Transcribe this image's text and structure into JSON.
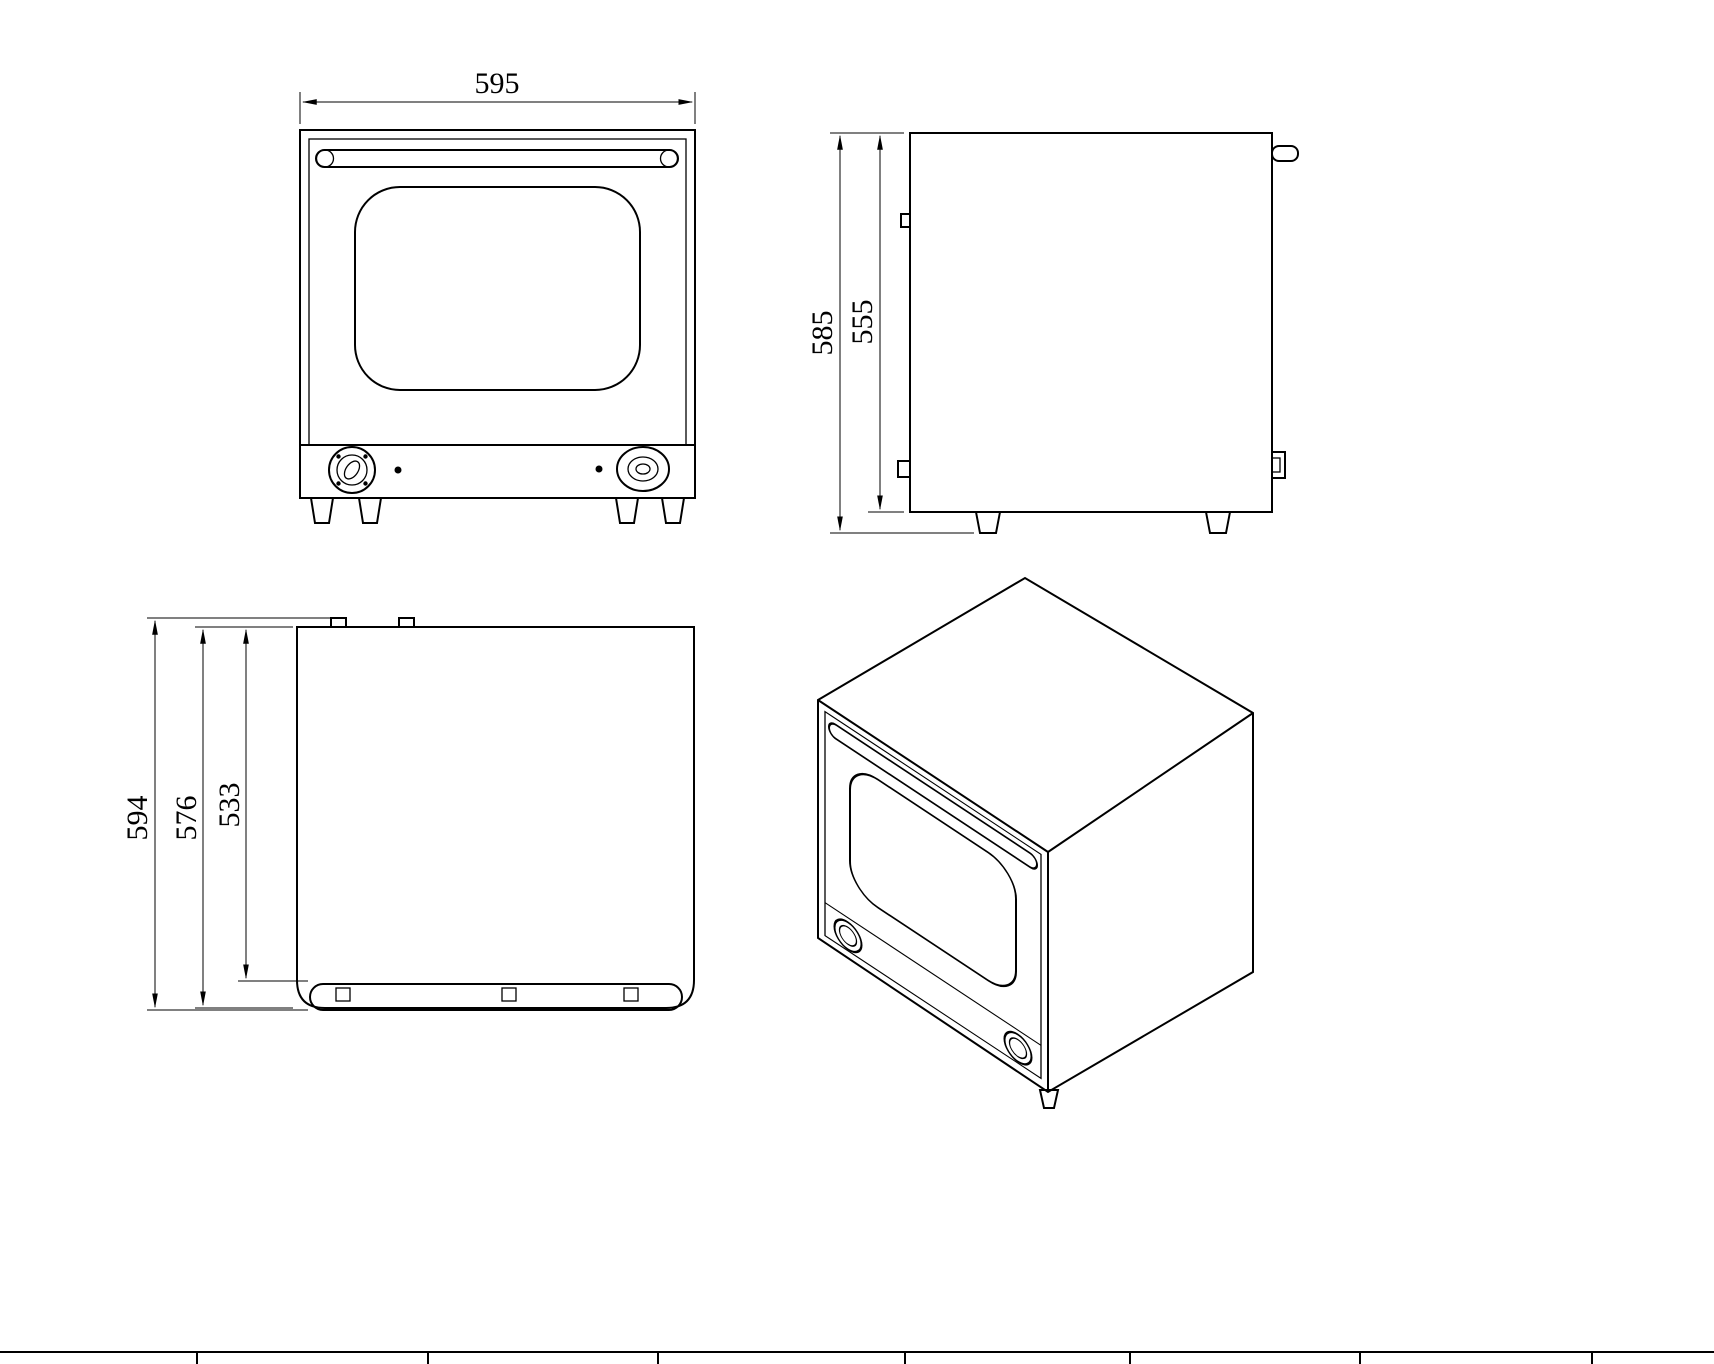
{
  "style": {
    "background": "#ffffff",
    "line_color": "#000000"
  },
  "drawing": {
    "front_view": {
      "width": "595"
    },
    "side_view": {
      "overall_height": "585",
      "body_height": "555"
    },
    "top_view": {
      "overall_depth": "594",
      "body_depth": "576",
      "inner_depth": "533"
    }
  }
}
